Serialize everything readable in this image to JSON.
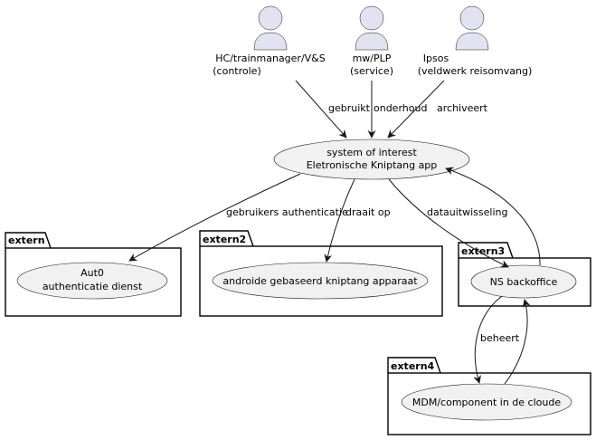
{
  "actors": [
    {
      "lines": [
        "HC/trainmanager/V&S",
        "(controle)"
      ]
    },
    {
      "lines": [
        "mw/PLP",
        "(service)"
      ]
    },
    {
      "lines": [
        "Ipsos",
        "(veldwerk reisomvang)"
      ]
    }
  ],
  "system": {
    "lines": [
      "system of interest",
      "Eletronische Kniptang app"
    ]
  },
  "packages": [
    {
      "name": "extern",
      "node": [
        "Aut0",
        "authenticatie dienst"
      ]
    },
    {
      "name": "extern2",
      "node": [
        "androide gebaseerd kniptang apparaat"
      ]
    },
    {
      "name": "extern3",
      "node": [
        "NS backoffice"
      ]
    },
    {
      "name": "extern4",
      "node": [
        "MDM/component in de cloude"
      ]
    }
  ],
  "edges": {
    "gebruikt": "gebruikt",
    "onderhoud": "onderhoud",
    "archiveert": "archiveert",
    "auth": "gebruikers authenticatie",
    "draait": "draait op",
    "data": "datauitwisseling",
    "beheert": "beheert"
  },
  "colors": {
    "node_fill": "#f1f1f1",
    "actor_fill": "#e2e2f0",
    "stroke": "#181818"
  }
}
